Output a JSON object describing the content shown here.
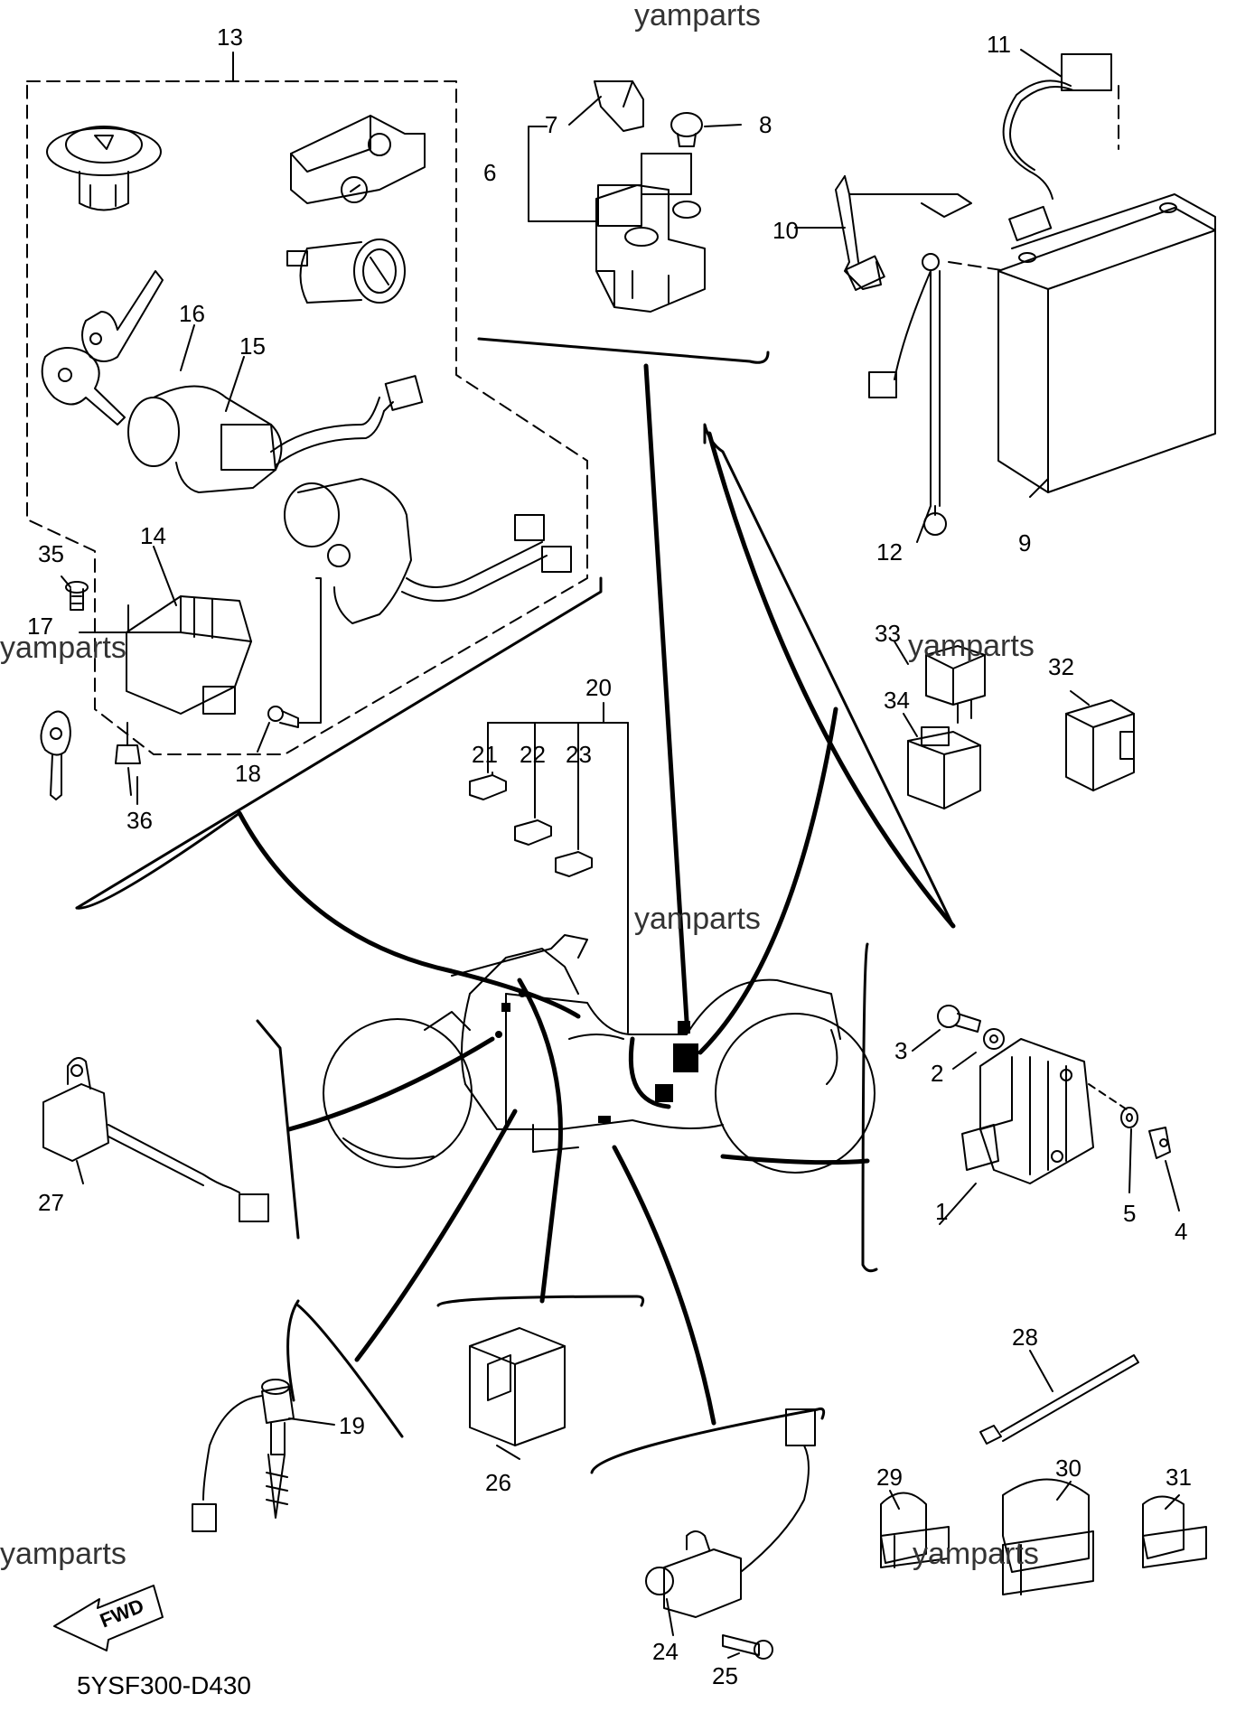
{
  "watermarks": [
    "yamparts",
    "yamparts",
    "yamparts",
    "yamparts",
    "yamparts",
    "yamparts"
  ],
  "diagram_code": "5YSF300-D430",
  "fwd_label": "FWD",
  "callouts": {
    "n1": "1",
    "n2": "2",
    "n3": "3",
    "n4": "4",
    "n5": "5",
    "n6": "6",
    "n7": "7",
    "n8": "8",
    "n9": "9",
    "n10": "10",
    "n11": "11",
    "n12": "12",
    "n13": "13",
    "n14": "14",
    "n15": "15",
    "n16": "16",
    "n17": "17",
    "n18": "18",
    "n19": "19",
    "n20": "20",
    "n21": "21",
    "n22": "22",
    "n23": "23",
    "n24": "24",
    "n25": "25",
    "n26": "26",
    "n27": "27",
    "n28": "28",
    "n29": "29",
    "n30": "30",
    "n31": "31",
    "n32": "32",
    "n33": "33",
    "n34": "34",
    "n35": "35",
    "n36": "36"
  }
}
